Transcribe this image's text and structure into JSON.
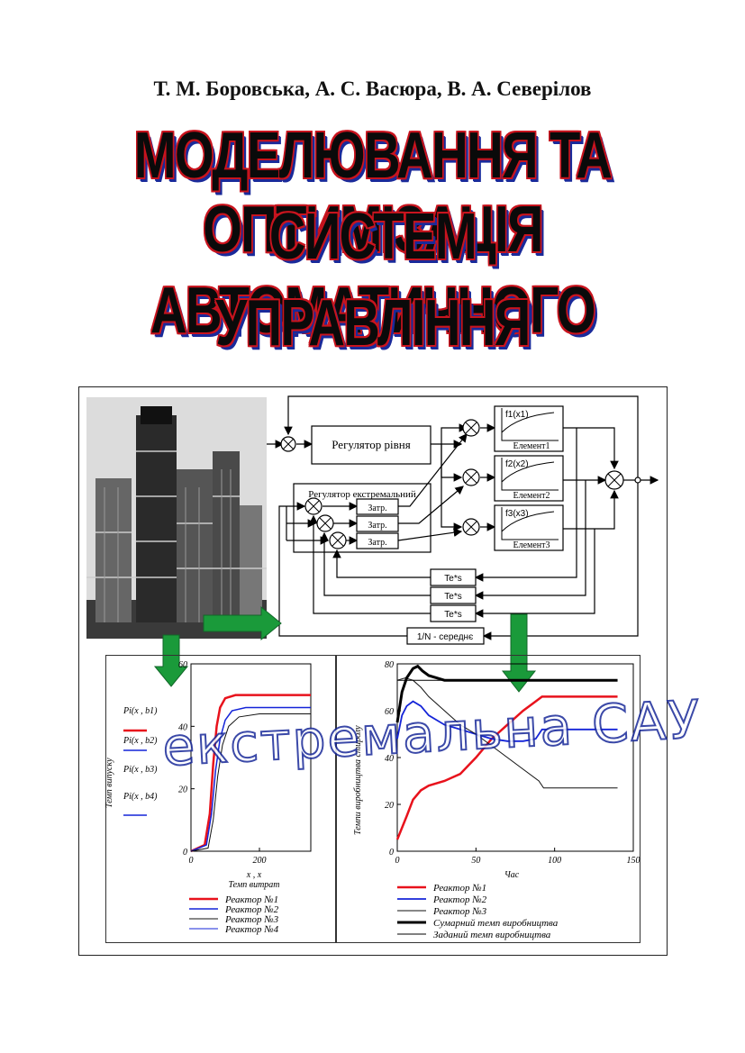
{
  "authors": "Т. М. Боровська, А. С. Васюра, В. А. Северілов",
  "title": {
    "line1": "МОДЕЛЮВАННЯ ТА ОПТИМІЗАЦІЯ",
    "line2": "СИСТЕМ АВТОМАТИЧНОГО",
    "line3": "УПРАВЛІННЯ"
  },
  "diagram": {
    "level_regulator": "Регулятор рівня",
    "extremal_regulator": "Регулятор екстремальний",
    "delay1": "Затр.",
    "delay2": "Затр.",
    "delay3": "Затр.",
    "f1": "f1(x1)",
    "f2": "f2(x2)",
    "f3": "f3(x3)",
    "element1": "Елемент1",
    "element2": "Елемент2",
    "element3": "Елемент3",
    "te1": "Te*s",
    "te2": "Te*s",
    "te3": "Te*s",
    "avg": "1/N - середнє"
  },
  "watermark": "екстремальна САУ",
  "chart_data": [
    {
      "type": "line",
      "ylabel": "Темп випуску",
      "xlabel": "x , x",
      "xlabel2": "Темп витрат",
      "x_ticks": [
        "0",
        "200"
      ],
      "y_ticks": [
        "0",
        "20",
        "40",
        "60"
      ],
      "xlim": [
        0,
        350
      ],
      "ylim": [
        0,
        60
      ],
      "legend_labels": [
        "Pi(x , b1)",
        "Pi(x , b2)",
        "Pi(x , b3)",
        "Pi(x , b4)"
      ],
      "series": [
        {
          "name": "Реактор №1",
          "color": "#e8121c",
          "width": 2.5,
          "x": [
            0,
            40,
            55,
            65,
            75,
            85,
            100,
            130,
            170,
            350
          ],
          "y": [
            0,
            2,
            12,
            28,
            40,
            46,
            49,
            50,
            50,
            50
          ]
        },
        {
          "name": "Реактор №2",
          "color": "#1424d8",
          "width": 1.5,
          "x": [
            0,
            45,
            60,
            72,
            85,
            100,
            120,
            160,
            350
          ],
          "y": [
            0,
            2,
            12,
            26,
            36,
            42,
            45,
            46,
            46
          ]
        },
        {
          "name": "Реактор №3",
          "color": "#111111",
          "width": 1,
          "x": [
            0,
            50,
            65,
            78,
            92,
            110,
            140,
            200,
            350
          ],
          "y": [
            0,
            1,
            10,
            24,
            34,
            40,
            43,
            44,
            44
          ]
        },
        {
          "name": "Реактор №4",
          "color": "#1424d8",
          "width": 1,
          "x": [],
          "y": []
        }
      ]
    },
    {
      "type": "line",
      "ylabel": "Темпи виробництва стиролу",
      "xlabel": "Час",
      "x_ticks": [
        "0",
        "50",
        "100",
        "150"
      ],
      "y_ticks": [
        "0",
        "20",
        "40",
        "60",
        "80"
      ],
      "xlim": [
        0,
        150
      ],
      "ylim": [
        0,
        80
      ],
      "series": [
        {
          "name": "Реактор №1",
          "color": "#e8121c",
          "width": 2.5,
          "x": [
            0,
            3,
            6,
            10,
            15,
            20,
            30,
            40,
            50,
            60,
            70,
            80,
            88,
            92,
            100,
            140
          ],
          "y": [
            5,
            10,
            15,
            22,
            26,
            28,
            30,
            33,
            40,
            48,
            54,
            60,
            64,
            66,
            66,
            66
          ]
        },
        {
          "name": "Реактор №2",
          "color": "#1424d8",
          "width": 1.8,
          "x": [
            0,
            3,
            6,
            10,
            15,
            20,
            30,
            40,
            50,
            60,
            70,
            80,
            88,
            92,
            100,
            140
          ],
          "y": [
            48,
            58,
            62,
            64,
            62,
            58,
            54,
            52,
            50,
            48,
            47,
            47,
            48,
            52,
            52,
            52
          ]
        },
        {
          "name": "Реактор №3",
          "color": "#111111",
          "width": 1,
          "x": [
            0,
            5,
            10,
            15,
            20,
            30,
            40,
            50,
            60,
            70,
            80,
            90,
            93,
            100,
            140
          ],
          "y": [
            73,
            74,
            73,
            70,
            66,
            60,
            54,
            50,
            45,
            40,
            35,
            30,
            27,
            27,
            27
          ]
        },
        {
          "name": "Сумарний темп виробництва",
          "color": "#000000",
          "width": 3,
          "x": [
            0,
            3,
            6,
            10,
            13,
            16,
            20,
            25,
            30,
            40,
            60,
            100,
            140
          ],
          "y": [
            55,
            68,
            74,
            78,
            79,
            77,
            75,
            74,
            73,
            73,
            73,
            73,
            73
          ]
        },
        {
          "name": "Заданий темп виробництва",
          "color": "#000000",
          "width": 1,
          "x": [
            0,
            140
          ],
          "y": [
            73,
            73
          ]
        }
      ]
    }
  ]
}
